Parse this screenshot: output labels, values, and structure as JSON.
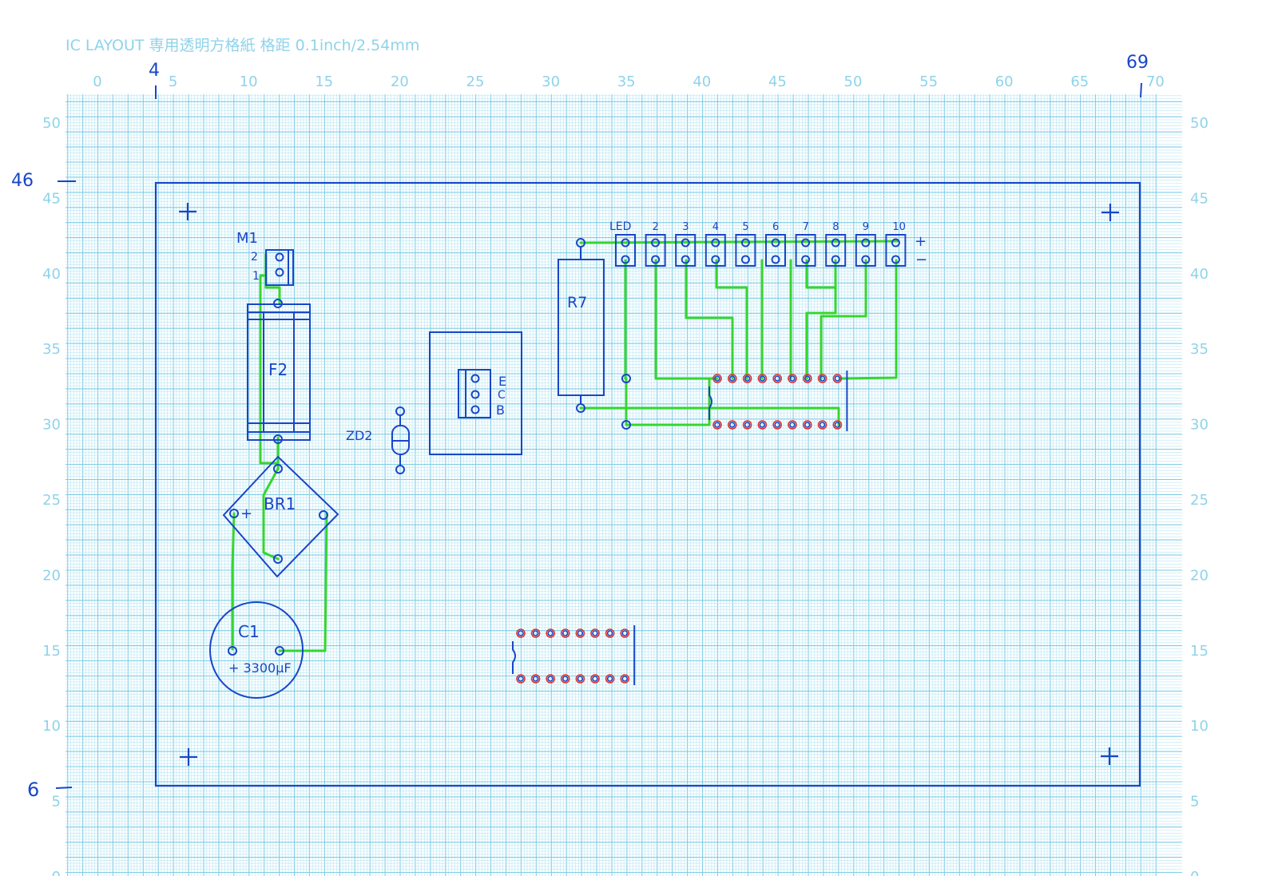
{
  "sheet": {
    "title": "IC  LAYOUT 専用透明方格紙  格距 0.1inch/2.54mm",
    "colors": {
      "paper": "#ffffff",
      "grid_minor": "#b7e6f3",
      "grid_major": "#7fcde6",
      "grid_text": "#8fd3ea",
      "ink_blue": "#1846c8",
      "trace_green": "#35d62d",
      "pad_red": "#e03030"
    },
    "x_ticks": [
      "0",
      "5",
      "10",
      "15",
      "20",
      "25",
      "30",
      "35",
      "40",
      "45",
      "50",
      "55",
      "60",
      "65",
      "70"
    ],
    "y_ticks": [
      "50",
      "45",
      "40",
      "35",
      "30",
      "25",
      "20",
      "15",
      "10",
      "5",
      "0"
    ]
  },
  "annotations": {
    "left_col": "4",
    "right_col": "69",
    "top_row": "46",
    "bottom_row": "6"
  },
  "components": {
    "m1": {
      "label": "M1",
      "pin2": "2",
      "pin1": "1"
    },
    "fuse": {
      "label": "F2"
    },
    "bridge": {
      "label": "BR1",
      "plus": "+"
    },
    "capacitor": {
      "label": "C1",
      "value": "+ 3300μF"
    },
    "zener": {
      "label": "ZD2"
    },
    "transistor": {
      "e": "E",
      "c": "C",
      "b": "B"
    },
    "resistor": {
      "label": "R7"
    },
    "leds": {
      "labels": [
        "LED",
        "2",
        "3",
        "4",
        "5",
        "6",
        "7",
        "8",
        "9",
        "10"
      ],
      "plus": "+",
      "minus": "−"
    }
  }
}
